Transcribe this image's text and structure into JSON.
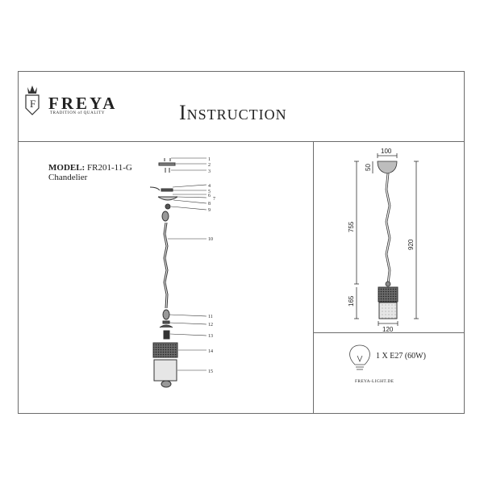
{
  "header": {
    "brand": "FREYA",
    "tagline": "TRADITION of QUALITY",
    "title": "Instruction"
  },
  "model": {
    "label": "MODEL:",
    "code": "FR201-11-G",
    "type": "Chandelier"
  },
  "parts": [
    "1",
    "2",
    "3",
    "4",
    "5",
    "6",
    "7",
    "8",
    "9",
    "10",
    "11",
    "12",
    "13",
    "14",
    "15"
  ],
  "dimensions": {
    "top_diameter": "100",
    "canopy_height": "50",
    "chain_length": "755",
    "total_height": "920",
    "shade_height": "165",
    "shade_diameter": "120"
  },
  "spec": {
    "bulb": "1 X E27 (60W)",
    "icon": "light-bulb-icon"
  },
  "footer": {
    "site": "FREYA-LIGHT.DE"
  }
}
